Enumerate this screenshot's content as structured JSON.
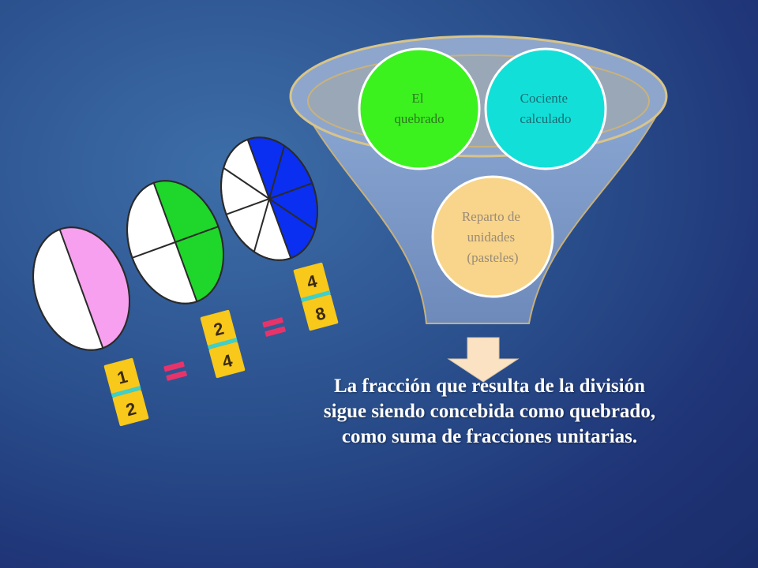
{
  "funnel": {
    "items": [
      {
        "label_lines": [
          "El",
          "quebrado"
        ],
        "color": "#3bf21e",
        "text_color": "#2b7a1c"
      },
      {
        "label_lines": [
          "Cociente",
          "calculado"
        ],
        "color": "#12e0d8",
        "text_color": "#1a6b73"
      },
      {
        "label_lines": [
          "Reparto de",
          "unidades",
          "(pasteles)"
        ],
        "color": "#f8d58a",
        "text_color": "#9a8a78"
      }
    ],
    "funnel_color": "#7b98c6",
    "arrow_color": "#fae2c3"
  },
  "fractions": [
    {
      "numerator": "1",
      "denominator": "2",
      "pie_color": "#f7a0ef",
      "parts": 2,
      "shaded": 1
    },
    {
      "numerator": "2",
      "denominator": "4",
      "pie_color": "#1fd62a",
      "parts": 4,
      "shaded": 2
    },
    {
      "numerator": "4",
      "denominator": "8",
      "pie_color": "#0a2ff0",
      "parts": 8,
      "shaded": 4
    }
  ],
  "card_color": "#f8c81a",
  "equals_color": "#e8336a",
  "caption": {
    "lines": [
      "La fracción que resulta de la división",
      "sigue siendo concebida como quebrado,",
      "como suma de fracciones unitarias."
    ]
  }
}
